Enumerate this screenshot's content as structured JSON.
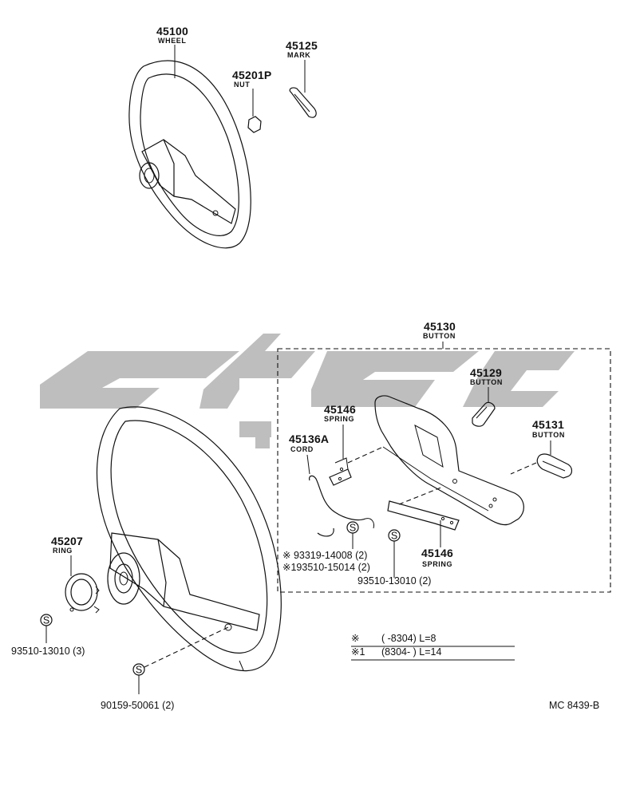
{
  "parts": [
    {
      "id": "p45100",
      "number": "45100",
      "name": "WHEEL"
    },
    {
      "id": "p45125",
      "number": "45125",
      "name": "MARK"
    },
    {
      "id": "p45201P",
      "number": "45201P",
      "name": "NUT"
    },
    {
      "id": "p45130",
      "number": "45130",
      "name": "BUTTON"
    },
    {
      "id": "p45129",
      "number": "45129",
      "name": "BUTTON"
    },
    {
      "id": "p45146a",
      "number": "45146",
      "name": "SPRING"
    },
    {
      "id": "p45136A",
      "number": "45136A",
      "name": "CORD"
    },
    {
      "id": "p45131",
      "number": "45131",
      "name": "BUTTON"
    },
    {
      "id": "p45146b",
      "number": "45146",
      "name": "SPRING"
    },
    {
      "id": "p45207",
      "number": "45207",
      "name": "RING"
    }
  ],
  "refs": {
    "r93319": "※ 93319-14008 (2)",
    "r93510a": "※193510-15014 (2)",
    "r93510b": "93510-13010 (2)",
    "r93510c": "93510-13010 (3)",
    "r90159": "90159-50061 (2)"
  },
  "notes": {
    "n1_mark": "※",
    "n1_text": "(        -8304) L=8",
    "n2_mark": "※1",
    "n2_text": "(8304-          ) L=14"
  },
  "symbol_letter": "S",
  "catalog_code": "MC 8439-B"
}
